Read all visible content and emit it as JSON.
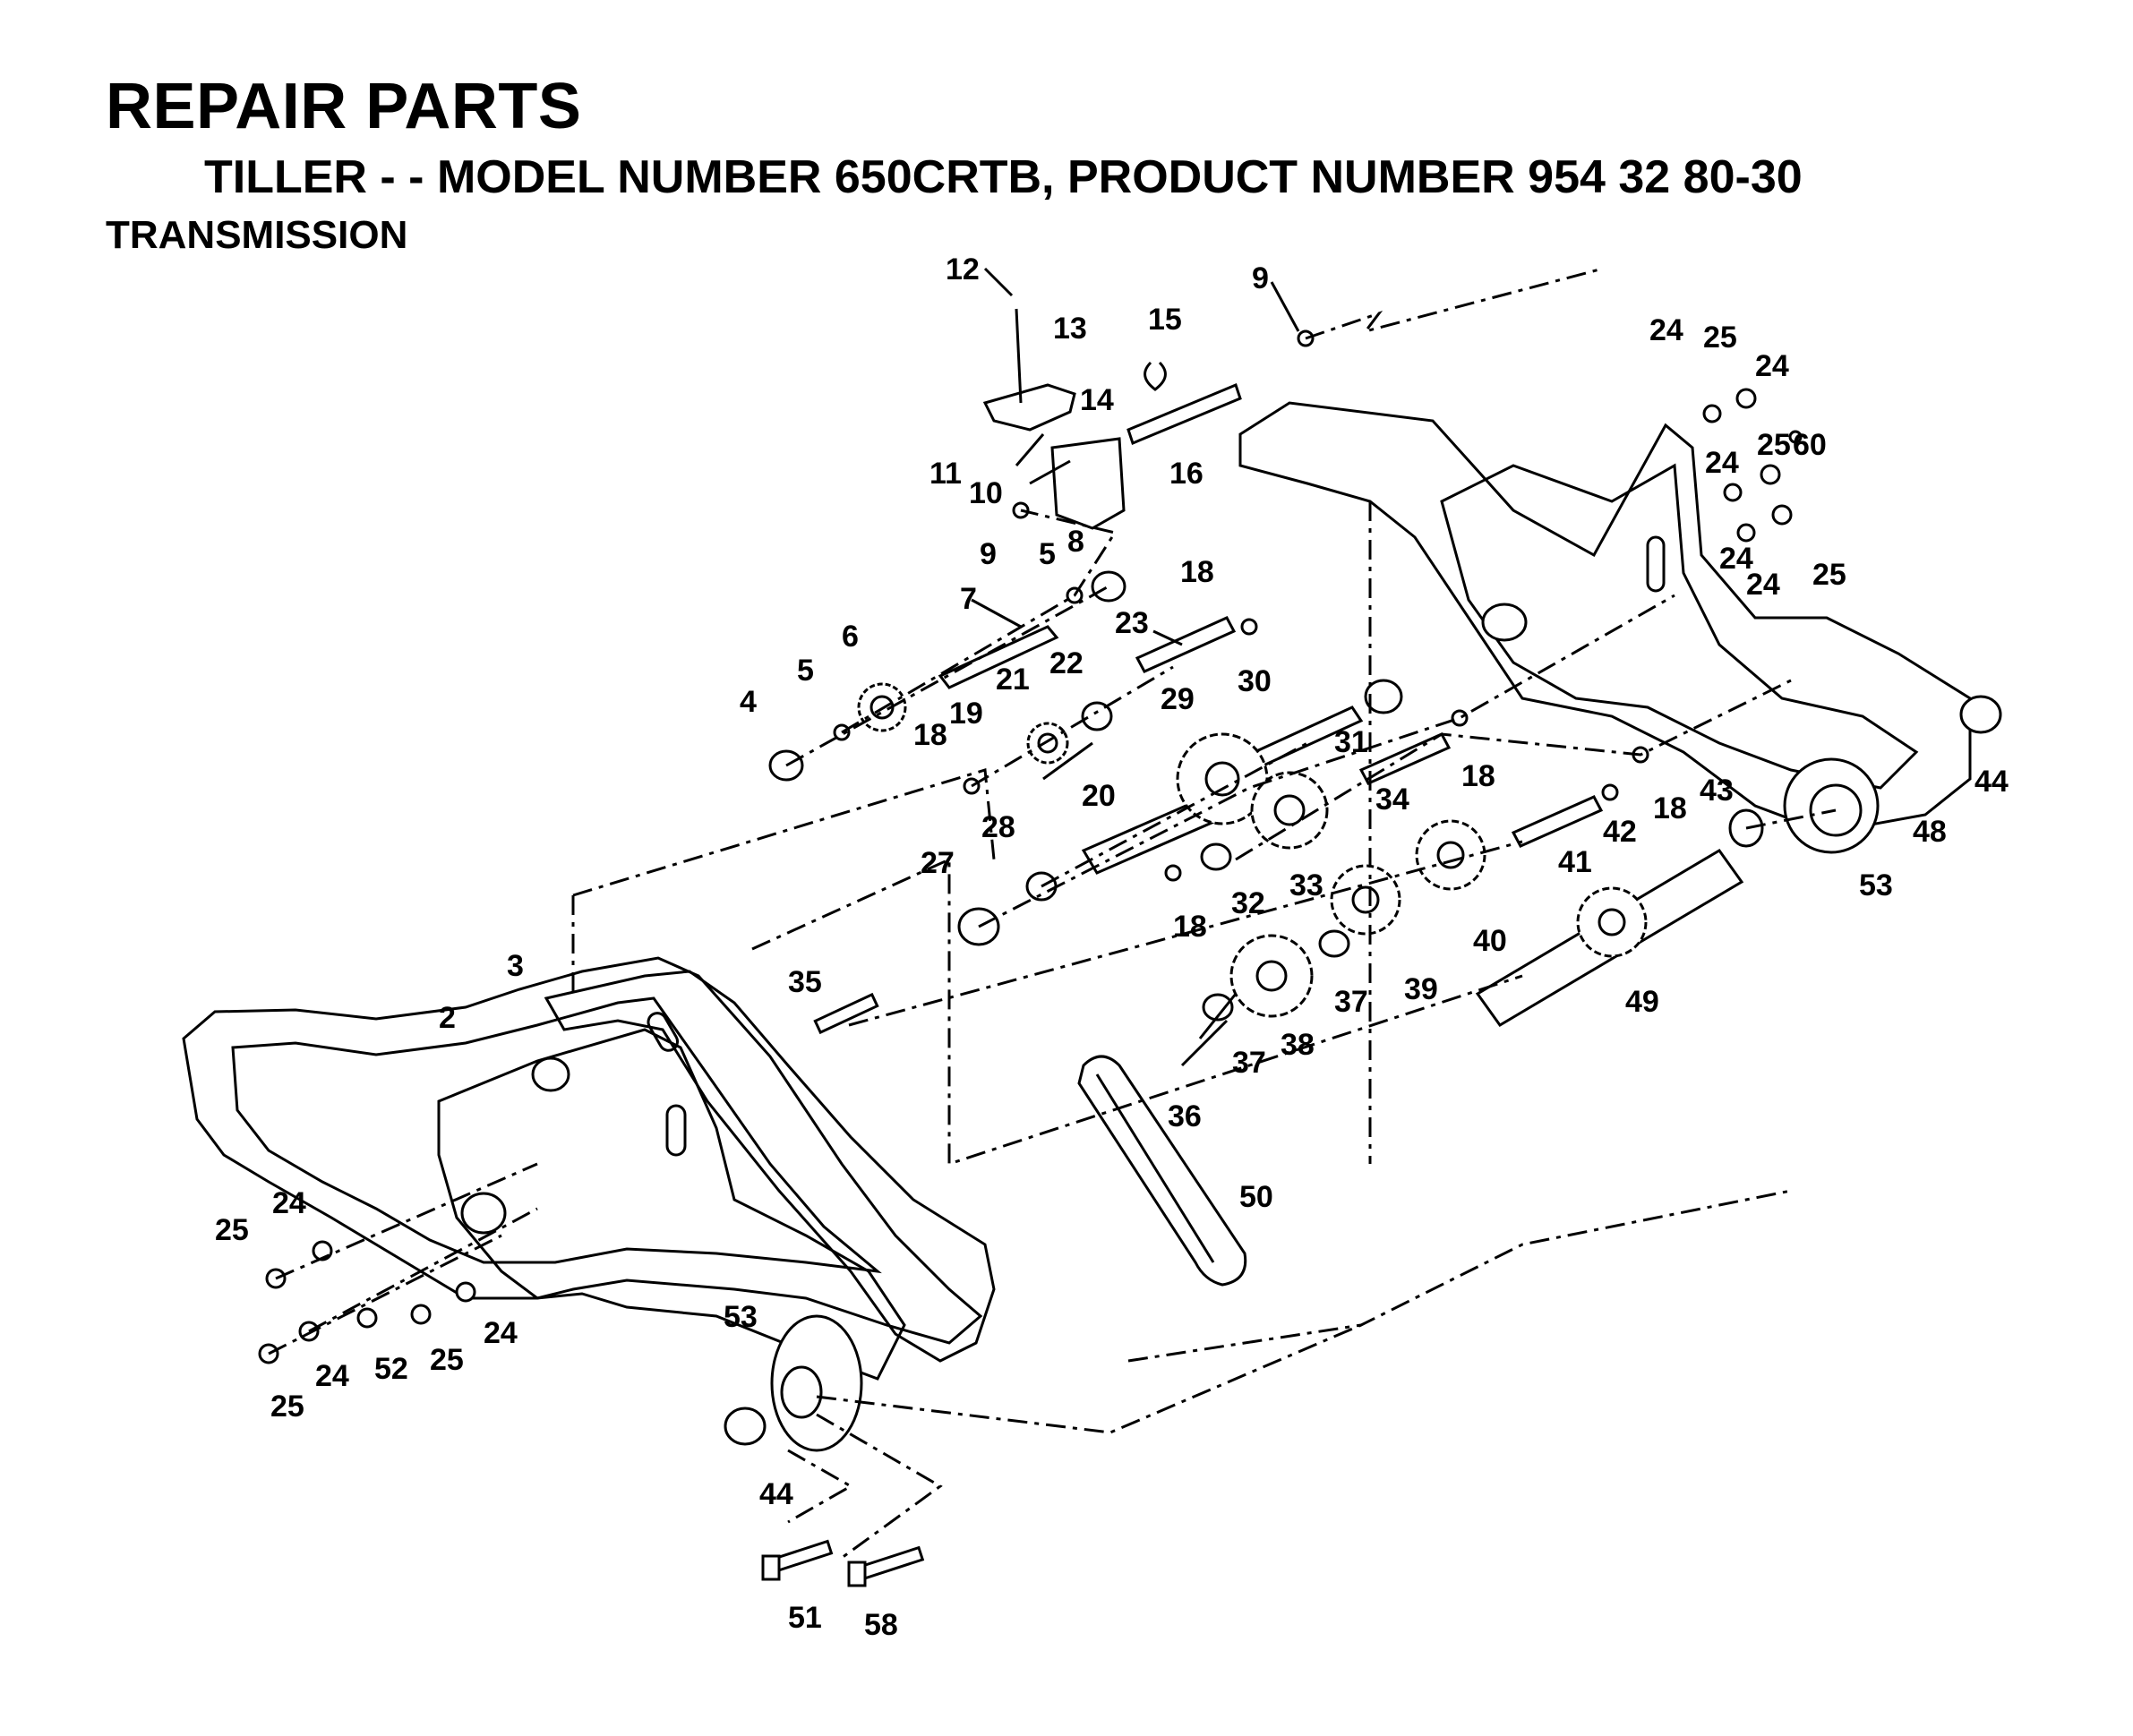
{
  "header": {
    "title": "REPAIR PARTS",
    "subtitle": "TILLER - - MODEL NUMBER 650CRTB, PRODUCT NUMBER 954 32 80-30",
    "section": "TRANSMISSION"
  },
  "callouts": [
    "12",
    "13",
    "15",
    "9",
    "14",
    "11",
    "10",
    "16",
    "9",
    "5",
    "8",
    "7",
    "18",
    "23",
    "6",
    "5",
    "4",
    "21",
    "22",
    "29",
    "30",
    "31",
    "18",
    "19",
    "20",
    "34",
    "18",
    "28",
    "27",
    "33",
    "32",
    "18",
    "35",
    "3",
    "2",
    "37",
    "38",
    "39",
    "40",
    "41",
    "42",
    "18",
    "43",
    "44",
    "48",
    "53",
    "49",
    "37",
    "36",
    "50",
    "24",
    "25",
    "24",
    "24",
    "25",
    "60",
    "24",
    "25",
    "25",
    "24",
    "24",
    "52",
    "25",
    "25",
    "24",
    "53",
    "44",
    "51",
    "58",
    "24"
  ]
}
